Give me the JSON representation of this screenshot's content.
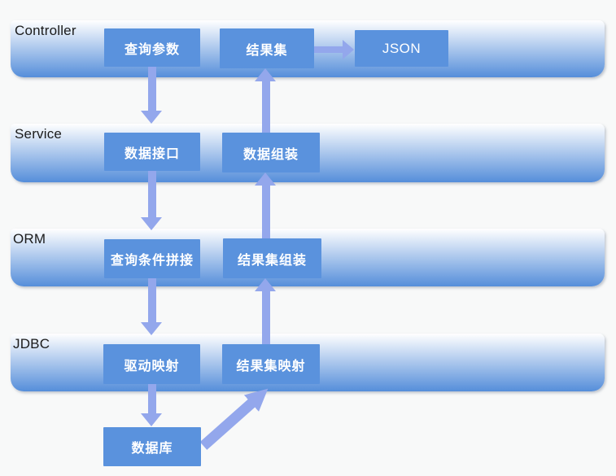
{
  "diagram": {
    "type": "layered-flow",
    "palette": {
      "background": "#f8f9f9",
      "band_top": "#ffffff",
      "band_bottom": "#558eda",
      "box_fill": "#5a92dd",
      "box_text": "#ffffff",
      "arrow": "#93a7ec",
      "label_text": "#1b1b1b"
    },
    "layers": [
      {
        "name": "Controller"
      },
      {
        "name": "Service"
      },
      {
        "name": "ORM"
      },
      {
        "name": "JDBC"
      }
    ],
    "nodes": {
      "query_params": "查询参数",
      "result_set": "结果集",
      "json": "JSON",
      "data_interface": "数据接口",
      "data_assembly": "数据组装",
      "query_condition_concat": "查询条件拼接",
      "result_set_assembly": "结果集组装",
      "driver_mapping": "驱动映射",
      "result_set_mapping": "结果集映射",
      "database": "数据库"
    },
    "connections": [
      {
        "from": "查询参数",
        "to": "数据接口",
        "direction": "down"
      },
      {
        "from": "数据接口",
        "to": "查询条件拼接",
        "direction": "down"
      },
      {
        "from": "查询条件拼接",
        "to": "驱动映射",
        "direction": "down"
      },
      {
        "from": "驱动映射",
        "to": "数据库",
        "direction": "down"
      },
      {
        "from": "数据库",
        "to": "结果集映射",
        "direction": "diagonal-up"
      },
      {
        "from": "结果集映射",
        "to": "结果集组装",
        "direction": "up"
      },
      {
        "from": "结果集组装",
        "to": "数据组装",
        "direction": "up"
      },
      {
        "from": "数据组装",
        "to": "结果集",
        "direction": "up"
      },
      {
        "from": "结果集",
        "to": "JSON",
        "direction": "right"
      }
    ]
  }
}
